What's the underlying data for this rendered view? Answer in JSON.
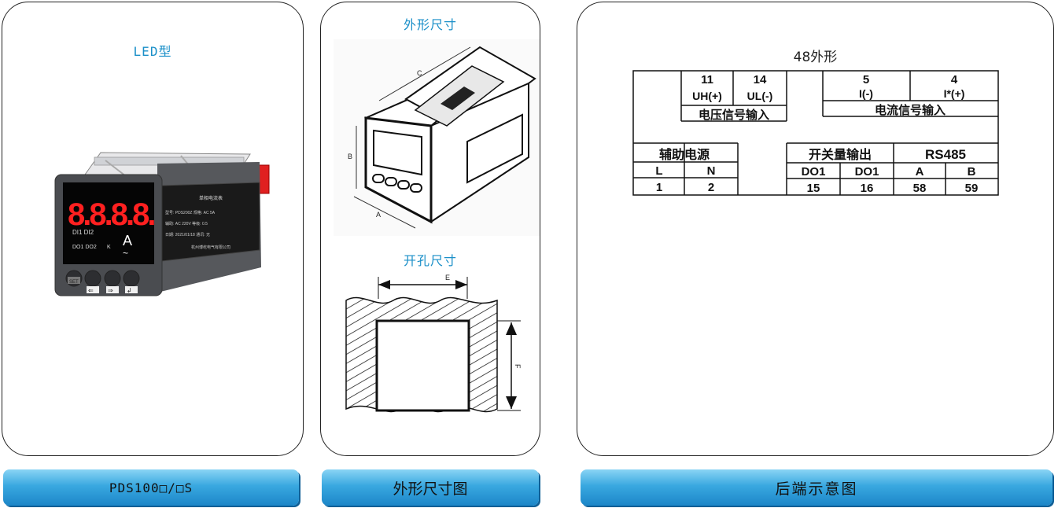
{
  "panel_left": {
    "title": "LED型",
    "caption": "PDS100□/□S",
    "device": {
      "display": "8.8.8.8.",
      "di_label": "DI1 DI2",
      "do_label": "DO1 DO2",
      "k_label": "K",
      "unit_label": "A",
      "set_key": "SET",
      "label_title": "单相电流表",
      "label_line1": "型号: PDS200Z  规格: AC 5A",
      "label_line2": "辅助: AC 220V  等级: 0.5",
      "label_line3": "日期: 2021/01/18  通讯: 无",
      "label_maker": "杭州博屹电气有限公司"
    }
  },
  "panel_mid": {
    "title_outline": "外形尺寸",
    "title_cutout": "开孔尺寸",
    "caption": "外形尺寸图",
    "dim_labels": {
      "a": "A",
      "b": "B",
      "c": "C",
      "e": "E",
      "f": "F"
    }
  },
  "panel_right": {
    "title": "48外形",
    "caption": "后端示意图",
    "voltage": {
      "t1": "11",
      "t1_sig": "UH(+)",
      "t2": "14",
      "t2_sig": "UL(-)",
      "label": "电压信号输入"
    },
    "current": {
      "t1": "5",
      "t1_sig": "I(-)",
      "t2": "4",
      "t2_sig": "I*(+)",
      "label": "电流信号输入"
    },
    "aux": {
      "label": "辅助电源",
      "h1": "L",
      "h2": "N",
      "v1": "1",
      "v2": "2"
    },
    "switch_out": {
      "label": "开关量输出",
      "h1": "DO1",
      "h2": "DO1",
      "v1": "15",
      "v2": "16"
    },
    "rs485": {
      "label": "RS485",
      "h1": "A",
      "h2": "B",
      "v1": "58",
      "v2": "59"
    }
  },
  "colors": {
    "title": "#1a8fc8",
    "caption_top": "#8ad4f5",
    "caption_bottom": "#1c86c8",
    "led_red": "#ff2020"
  }
}
